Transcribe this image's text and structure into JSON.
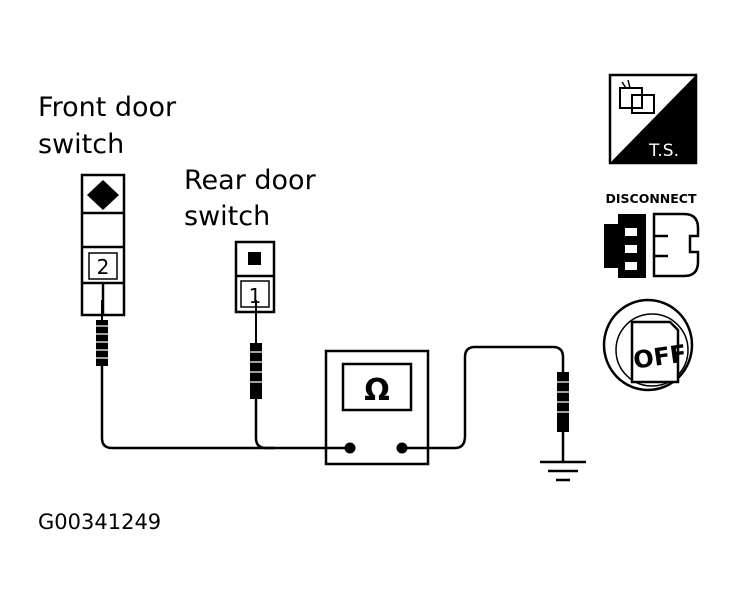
{
  "labels": {
    "front_door_switch_line1": "Front door",
    "front_door_switch_line2": "switch",
    "rear_door_switch_line1": "Rear door",
    "rear_door_switch_line2": "switch",
    "front_pin": "2",
    "rear_pin": "1",
    "meter_symbol": "Ω",
    "figure_id": "G00341249"
  },
  "icons": {
    "ts_label": "T.S.",
    "disconnect_label": "DISCONNECT",
    "off_label": "OFF"
  }
}
